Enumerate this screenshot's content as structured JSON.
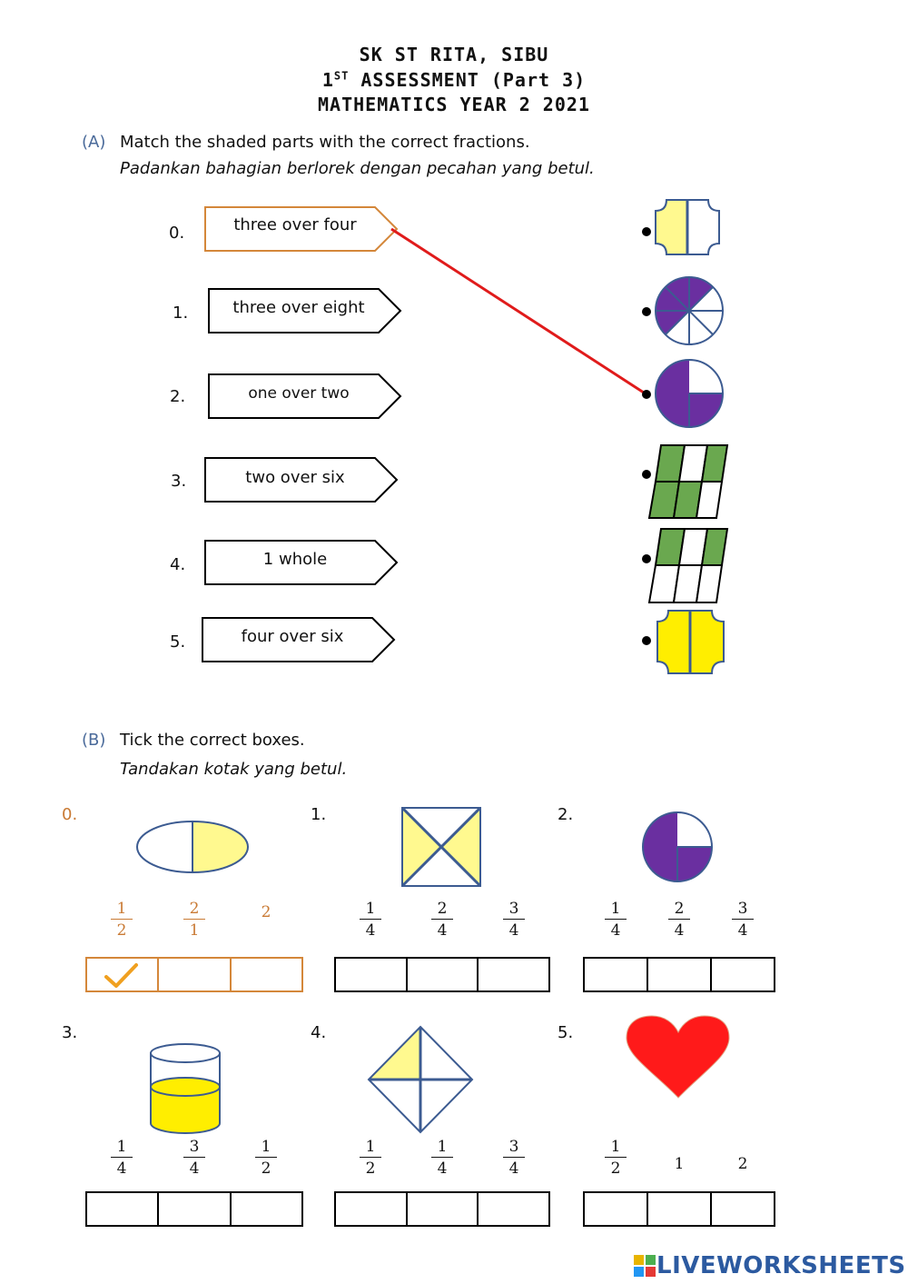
{
  "header": {
    "line1": "SK ST RITA, SIBU",
    "line2_pre": "1",
    "line2_sup": "ST",
    "line2_post": " ASSESSMENT (Part 3)",
    "line3": "MATHEMATICS YEAR 2 2021"
  },
  "section_a": {
    "label": "(A)",
    "instruction": "Match the shaded parts with the correct fractions.",
    "instruction_ms": "Padankan bahagian berlorek dengan pecahan yang betul.",
    "items": [
      {
        "num": "0.",
        "label": "three over four"
      },
      {
        "num": "1.",
        "label": "three over eight"
      },
      {
        "num": "2.",
        "label": "one over two"
      },
      {
        "num": "3.",
        "label": "two over six"
      },
      {
        "num": "4.",
        "label": "1 whole"
      },
      {
        "num": "5.",
        "label": "four over six"
      }
    ]
  },
  "section_b": {
    "label": "(B)",
    "instruction": "Tick the correct boxes.",
    "instruction_ms": "Tandakan kotak yang betul.",
    "questions": [
      {
        "num": "0.",
        "options": [
          {
            "n": "1",
            "d": "2"
          },
          {
            "n": "2",
            "d": "1"
          },
          {
            "v": "2"
          }
        ],
        "ticked": 0
      },
      {
        "num": "1.",
        "options": [
          {
            "n": "1",
            "d": "4"
          },
          {
            "n": "2",
            "d": "4"
          },
          {
            "n": "3",
            "d": "4"
          }
        ]
      },
      {
        "num": "2.",
        "options": [
          {
            "n": "1",
            "d": "4"
          },
          {
            "n": "2",
            "d": "4"
          },
          {
            "n": "3",
            "d": "4"
          }
        ]
      },
      {
        "num": "3.",
        "options": [
          {
            "n": "1",
            "d": "4"
          },
          {
            "n": "3",
            "d": "4"
          },
          {
            "n": "1",
            "d": "2"
          }
        ]
      },
      {
        "num": "4.",
        "options": [
          {
            "n": "1",
            "d": "2"
          },
          {
            "n": "1",
            "d": "4"
          },
          {
            "n": "3",
            "d": "4"
          }
        ]
      },
      {
        "num": "5.",
        "options": [
          {
            "n": "1",
            "d": "2"
          },
          {
            "v": "1"
          },
          {
            "v": "2"
          }
        ]
      }
    ]
  },
  "footer": {
    "brand": "LIVEWORKSHEETS"
  },
  "colors": {
    "yellow_light": "#fff98f",
    "yellow": "#ffee00",
    "purple": "#6a2fa0",
    "green": "#6aa84f",
    "line_red": "#e01b1b",
    "outline_blue": "#3c5b91",
    "orange": "#d4873a",
    "heart_red": "#ff1a1a"
  }
}
